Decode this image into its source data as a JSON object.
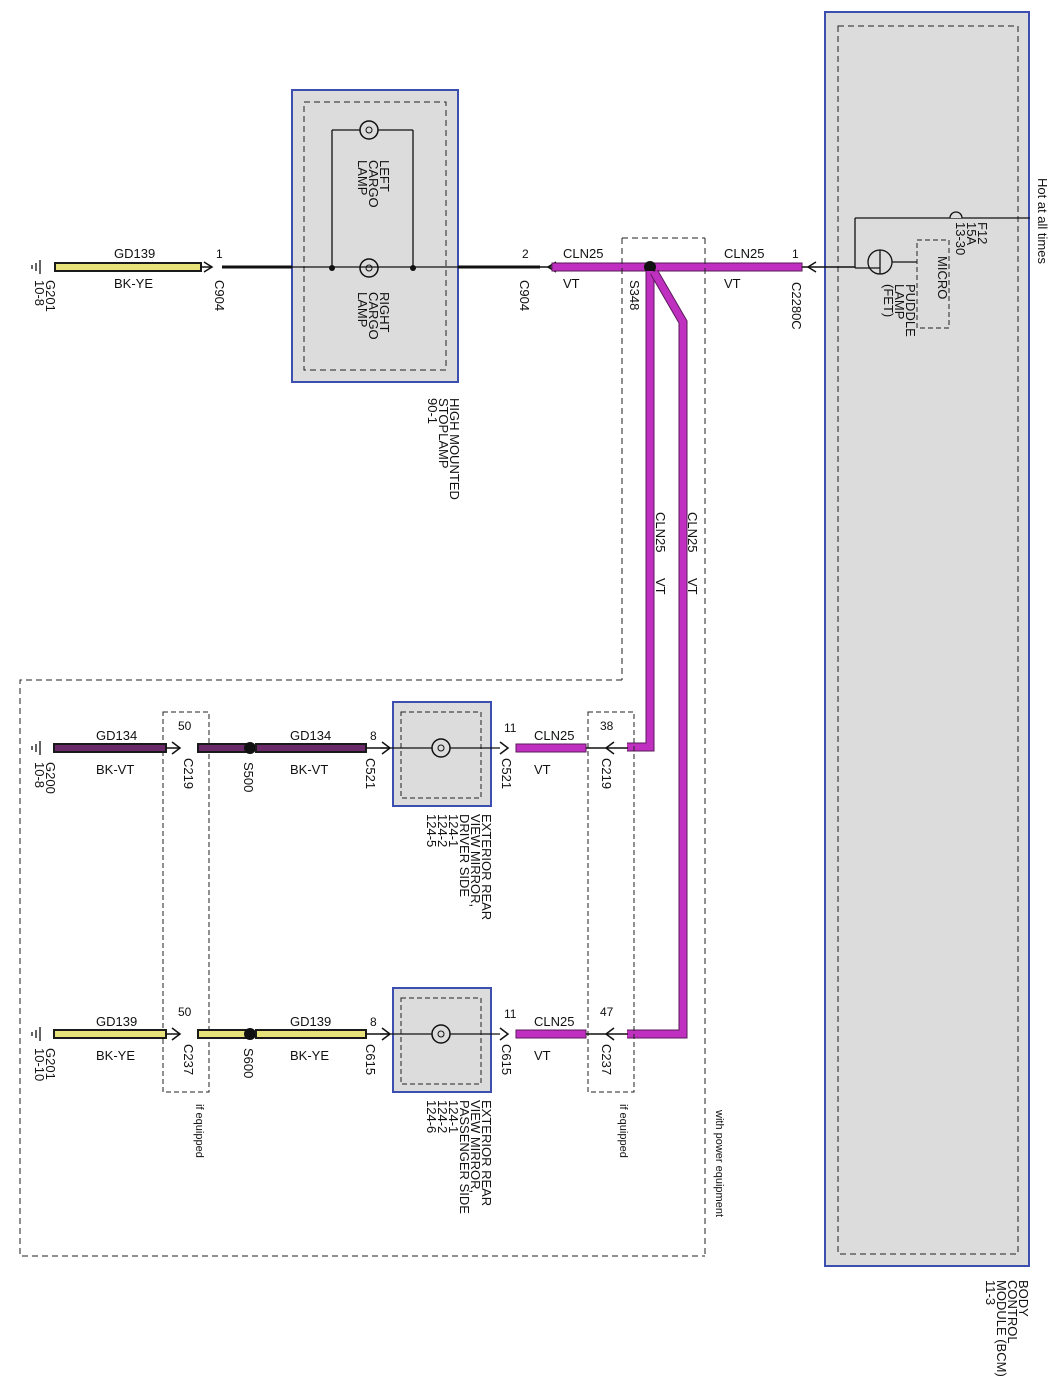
{
  "colors": {
    "wire_vt": "#c030c0",
    "wire_vt_edge": "#5a1a5a",
    "wire_bk": "#1a1a1a",
    "wire_ye": "#e8e27a",
    "wire_bkvt_inner": "#6a2a6a",
    "box_border": "#3c4fb0",
    "box_fill": "#dcdcdc"
  },
  "modules": {
    "bcm": {
      "lines": [
        "BODY",
        "CONTROL",
        "MODULE (BCM)",
        "11-3"
      ]
    },
    "high_mounted_stoplamp": {
      "lines": [
        "HIGH MOUNTED",
        "STOPLAMP",
        "90-1"
      ]
    },
    "mirror_driver": {
      "lines": [
        "EXTERIOR REAR",
        "VIEW MIRROR,",
        "DRIVER SIDE",
        "124-1",
        "124-2",
        "124-5"
      ]
    },
    "mirror_passenger": {
      "lines": [
        "EXTERIOR REAR",
        "VIEW MIRROR,",
        "PASSENGER SIDE",
        "124-1",
        "124-2",
        "124-6"
      ]
    }
  },
  "lamps": {
    "left_cargo": [
      "LEFT",
      "CARGO",
      "LAMP"
    ],
    "right_cargo": [
      "RIGHT",
      "CARGO",
      "LAMP"
    ],
    "puddle": [
      "PUDDLE",
      "LAMP",
      "(FET)"
    ],
    "micro": "MICRO"
  },
  "fuse": {
    "lines": [
      "F12",
      "15A",
      "13-30"
    ],
    "supply": "Hot at all times"
  },
  "circuits": {
    "gd139": "GD139",
    "gd134": "GD134",
    "cln25": "CLN25",
    "bk_ye": "BK-YE",
    "bk_vt": "BK-VT",
    "vt": "VT"
  },
  "connectors": {
    "c904": "C904",
    "c2280c": "C2280C",
    "c219": "C219",
    "c237": "C237",
    "c521": "C521",
    "c615": "C615"
  },
  "splices": {
    "s348": "S348",
    "s500": "S500",
    "s600": "S600"
  },
  "grounds": {
    "g201_top": [
      "G201",
      "10-8"
    ],
    "g200": [
      "G200",
      "10-8"
    ],
    "g201_bottom": [
      "G201",
      "10-10"
    ]
  },
  "pins": {
    "c904_left": "1",
    "c904_right": "2",
    "c2280c": "1",
    "c219_ground": "50",
    "c219_bcm": "38",
    "c237_ground": "50",
    "c237_bcm": "47",
    "c521_in": "8",
    "c521_out": "11",
    "c615_in": "8",
    "c615_out": "11"
  },
  "notes": {
    "if_equipped": "if equipped",
    "with_power_equipment": "with power equipment"
  }
}
